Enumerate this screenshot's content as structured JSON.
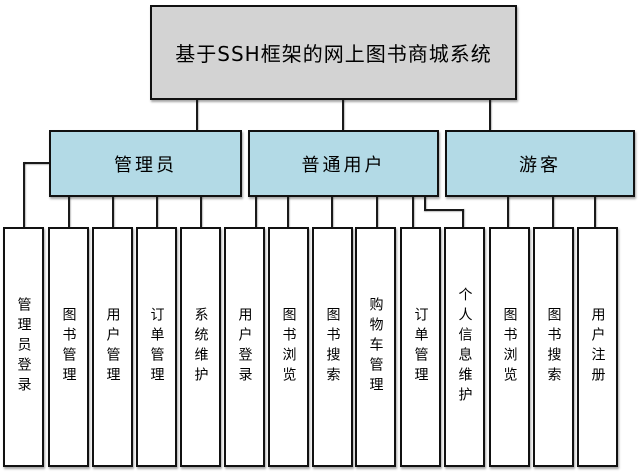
{
  "diagram": {
    "title": "基于SSH框架的网上图书商城系统",
    "branches": [
      {
        "label": "管理员",
        "children": [
          "管理员登录",
          "图书管理",
          "用户管理",
          "订单管理",
          "系统维护"
        ]
      },
      {
        "label": "普通用户",
        "children": [
          "用户登录",
          "图书浏览",
          "图书搜索",
          "购物车管理",
          "订单管理",
          "个人信息维护"
        ]
      },
      {
        "label": "游客",
        "children": [
          "图书浏览",
          "图书搜索",
          "用户注册"
        ]
      }
    ],
    "colors": {
      "root_fill": "#d3d3d3",
      "branch_fill": "#b3dae6",
      "leaf_fill": "#ffffff",
      "border": "#111111",
      "connector": "#1a1a1a"
    }
  }
}
